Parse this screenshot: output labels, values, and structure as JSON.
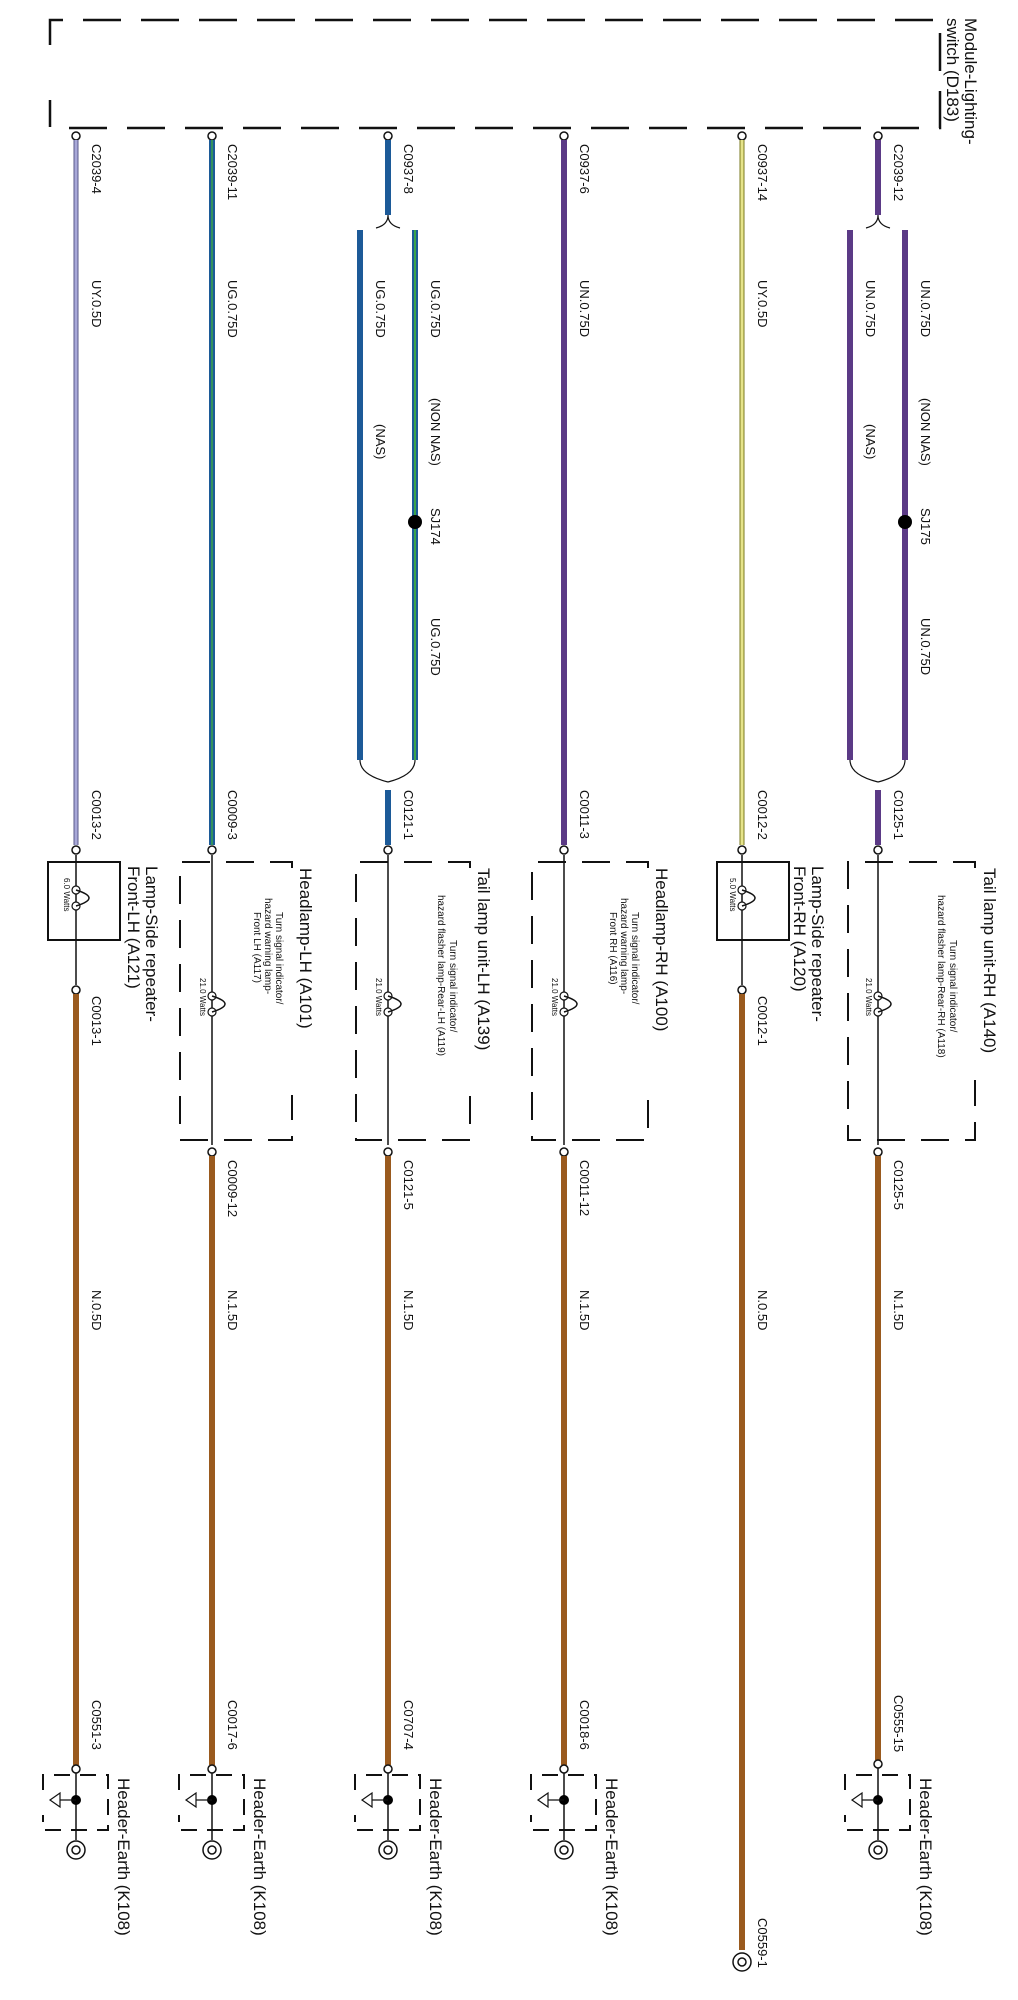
{
  "module": {
    "title_line1": "Module-Lighting-",
    "title_line2": "switch (D183)"
  },
  "colors": {
    "purple": "#5b3a86",
    "yellow": "#e5e38a",
    "blue": "#1c5a98",
    "light_purple": "#a8a8d8",
    "green": "#3aa34a",
    "brown": "#9a5a1e"
  },
  "circuits": [
    {
      "id": "rh-tail",
      "top_connector": "C2039-12",
      "split": true,
      "branch_a": {
        "wire": "UN.0.75D",
        "note": "(NON NAS)"
      },
      "branch_b": {
        "wire": "UN.0.75D",
        "note": "(NAS)"
      },
      "splice": "SJ175",
      "after_splice_wire": "UN.0.75D",
      "device_in": "C0125-1",
      "device_title": "Tail lamp unit-RH (A140)",
      "device_desc": [
        "Turn signal indicator/",
        "hazard flasher lamp-Rear-RH (A118)"
      ],
      "watts": "21.0 Watts",
      "device_out": "C0125-5",
      "ground_wire": "N.1.5D",
      "ground_connector": "C0555-15",
      "ground_title": "Header-Earth (K108)"
    },
    {
      "id": "rh-repeater",
      "top_connector": "C0937-14",
      "wire": "UY.0.5D",
      "device_in": "C0012-2",
      "device_title_line1": "Lamp-Side repeater-",
      "device_title_line2": "Front-RH (A120)",
      "watts": "5.0 Watts",
      "device_out": "C0012-1",
      "ground_wire": "N.0.5D",
      "ground_connector": "C0559-1"
    },
    {
      "id": "rh-headlamp",
      "top_connector": "C0937-6",
      "wire": "UN.0.75D",
      "device_in": "C0011-3",
      "device_title": "Headlamp-RH (A100)",
      "device_desc": [
        "Turn signal indicator/",
        "hazard warning lamp-",
        "Front RH (A116)"
      ],
      "watts": "21.0 Watts",
      "device_out": "C0011-12",
      "ground_wire": "N.1.5D",
      "ground_connector": "C0018-6",
      "ground_title": "Header-Earth (K108)"
    },
    {
      "id": "lh-tail",
      "top_connector": "C0937-8",
      "split": true,
      "branch_a": {
        "wire": "UG.0.75D",
        "note": "(NON NAS)"
      },
      "branch_b": {
        "wire": "UG.0.75D",
        "note": "(NAS)"
      },
      "splice": "SJ174",
      "after_splice_wire": "UG.0.75D",
      "device_in": "C0121-1",
      "device_title": "Tail lamp unit-LH (A139)",
      "device_desc": [
        "Turn signal indicator/",
        "hazard flasher lamp-Rear-LH (A119)"
      ],
      "watts": "21.0 Watts",
      "device_out": "C0121-5",
      "ground_wire": "N.1.5D",
      "ground_connector": "C0707-4",
      "ground_title": "Header-Earth (K108)"
    },
    {
      "id": "lh-headlamp",
      "top_connector": "C2039-11",
      "wire": "UG.0.75D",
      "device_in": "C0009-3",
      "device_title": "Headlamp-LH (A101)",
      "device_desc": [
        "Turn signal indicator/",
        "hazard warning lamp-",
        "Front LH (A117)"
      ],
      "watts": "21.0 Watts",
      "device_out": "C0009-12",
      "ground_wire": "N.1.5D",
      "ground_connector": "C0017-6",
      "ground_title": "Header-Earth (K108)"
    },
    {
      "id": "lh-repeater",
      "top_connector": "C2039-4",
      "wire": "UY.0.5D",
      "device_in": "C0013-2",
      "device_title_line1": "Lamp-Side repeater-",
      "device_title_line2": "Front-LH (A121)",
      "watts": "6.0 Watts",
      "device_out": "C0013-1",
      "ground_wire": "N.0.5D",
      "ground_connector": "C0551-3",
      "ground_title": "Header-Earth (K108)"
    }
  ]
}
